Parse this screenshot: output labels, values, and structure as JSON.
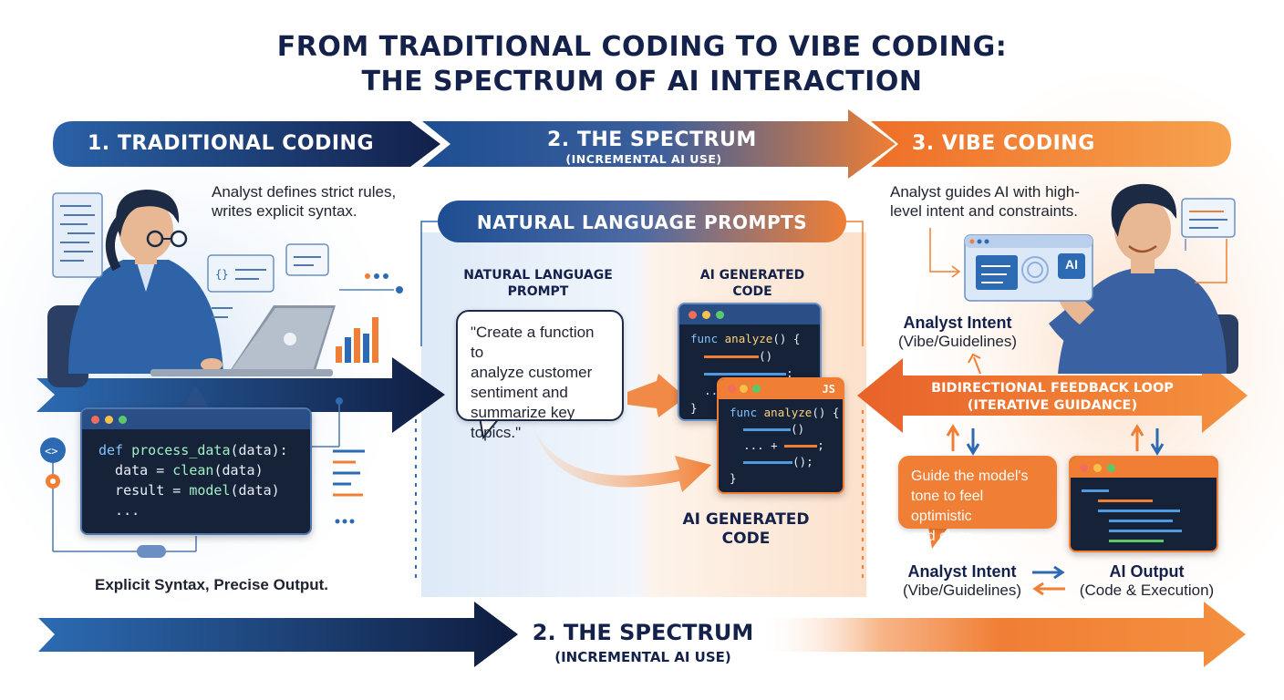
{
  "title": {
    "line1": "FROM TRADITIONAL CODING TO VIBE CODING:",
    "line2": "THE SPECTRUM OF AI INTERACTION"
  },
  "banners": {
    "traditional": "1. TRADITIONAL CODING",
    "spectrum": "2. THE SPECTRUM",
    "spectrum_sub": "(INCREMENTAL AI USE)",
    "vibe": "3. VIBE CODING"
  },
  "traditional": {
    "description_line1": "Analyst defines strict rules,",
    "description_line2": "writes explicit syntax.",
    "code": {
      "line1_kw": "def",
      "line1_fn": "process_data",
      "line1_rest": "(data):",
      "line2_a": "  data = ",
      "line2_fn": "clean",
      "line2_b": "(data)",
      "line3_a": "  result = ",
      "line3_fn": "model",
      "line3_b": "(data)",
      "line4": "  ..."
    },
    "caption": "Explicit Syntax, Precise Output."
  },
  "spectrum": {
    "header": "NATURAL LANGUAGE PROMPTS",
    "prompt_label_line1": "NATURAL LANGUAGE",
    "prompt_label_line2": "PROMPT",
    "ai_label_top_line1": "AI GENERATED",
    "ai_label_top_line2": "CODE",
    "prompt_text_line1": "\"Create a function to",
    "prompt_text_line2": "analyze customer",
    "prompt_text_line3": "sentiment and",
    "prompt_text_line4": "summarize key topics.\"",
    "code_back": {
      "line1_kw": "func",
      "line1_fn": "analyze",
      "line1_rest": "() {",
      "line2": "()",
      "line3": ";",
      "line4": "...",
      "line5": "}"
    },
    "code_front": {
      "badge": "JS",
      "line1_kw": "func",
      "line1_fn": "analyze",
      "line1_rest": "() {",
      "line2": "()",
      "line3a": "... +",
      "line3b": ";",
      "line4": "();",
      "line5": "}"
    },
    "ai_label_bottom_line1": "AI GENERATED",
    "ai_label_bottom_line2": "CODE"
  },
  "vibe": {
    "description_line1": "Analyst guides AI with high-",
    "description_line2": "level intent and constraints.",
    "ai_badge": "AI",
    "intent_title": "Analyst Intent",
    "intent_sub": "(Vibe/Guidelines)",
    "loop_line1": "BIDIRECTIONAL FEEDBACK LOOP",
    "loop_line2": "(ITERATIVE GUIDANCE)",
    "guide_text_line1": "Guide the model's",
    "guide_text_line2": "tone to feel optimistic",
    "guide_text_line3": "and clear.",
    "bottom_intent_title": "Analyst Intent",
    "bottom_intent_sub": "(Vibe/Guidelines)",
    "output_title": "AI Output",
    "output_sub": "(Code & Execution)"
  },
  "bottom": {
    "title": "2. THE SPECTRUM",
    "sub": "(INCREMENTAL AI USE)"
  },
  "colors": {
    "navy": "#14214a",
    "blue": "#2c6bb3",
    "orange": "#f07e34",
    "light_blue": "#dbe8f7",
    "light_orange": "#fde6d3"
  }
}
